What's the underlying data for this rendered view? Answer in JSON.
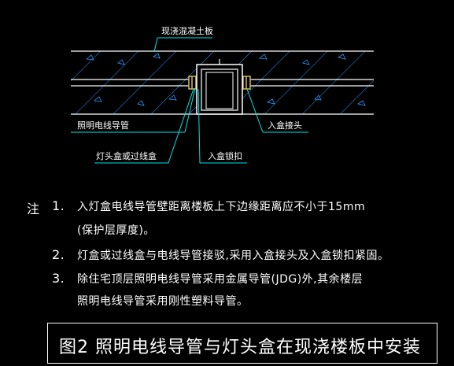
{
  "labels": {
    "slab": "现浇混凝土板",
    "lighting_conduit": "照明电线导管",
    "box": "灯头盒或过线盒",
    "box_joint": "入盒接头",
    "box_lock": "入盒锁扣"
  },
  "notes": {
    "prefix": "注",
    "items": [
      {
        "num": "1.",
        "lines": [
          "入灯盒电线导管壁距离楼板上下边缘距离应不小于15mm",
          "(保护层厚度)。"
        ]
      },
      {
        "num": "2.",
        "lines": [
          "灯盒或过线盒与电线导管接驳,采用入盒接头及入盒锁扣紧固。"
        ]
      },
      {
        "num": "3.",
        "lines": [
          "除住宅顶层照明电线导管采用金属导管(JDG)外,其余楼层",
          "照明电线导管采用刚性塑料导管。"
        ]
      }
    ]
  },
  "title": "图2  照明电线导管与灯头盒在现浇楼板中安装",
  "colors": {
    "background": "#000000",
    "concrete_line": "#ffffff",
    "hatch": "#2f9bff",
    "box": "#ffffff",
    "box_joint": "#d4b85a",
    "leader": "#00e5e5",
    "text": "#ffffff"
  }
}
